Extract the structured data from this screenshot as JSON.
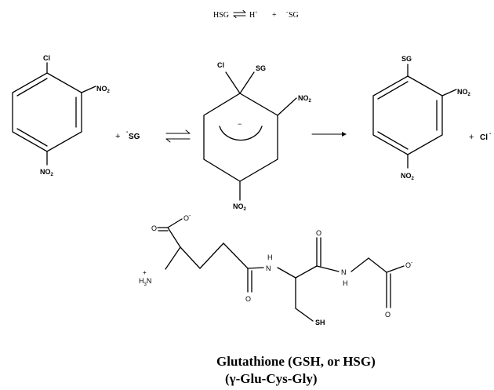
{
  "equilibrium": {
    "reactant": "HSG",
    "proton": "H",
    "proton_charge": "+",
    "plus": "+",
    "anion_charge": "-",
    "anion": "SG"
  },
  "reaction": {
    "cdnb": {
      "substituent_top": "Cl",
      "nitro_right": "NO2",
      "nitro_bottom": "NO2"
    },
    "nucleophile": {
      "plus": "+",
      "charge": "-",
      "label": "SG"
    },
    "complex": {
      "sub_left": "Cl",
      "sub_right": "SG",
      "nitro_right": "NO2",
      "nitro_bottom": "NO2",
      "charge": "−"
    },
    "product": {
      "substituent_top": "SG",
      "nitro_right": "NO2",
      "nitro_bottom": "NO2"
    },
    "byproduct": {
      "plus": "+",
      "label": "Cl",
      "charge": "-"
    }
  },
  "glutathione": {
    "carboxylate_O": "O",
    "carboxylate_O_minus": "O",
    "minus": "-",
    "ammonium_H": "H",
    "ammonium_sub": "3",
    "ammonium_N": "N",
    "ammonium_plus": "+",
    "amide1_O": "O",
    "amide1_N": "N",
    "amide1_H": "H",
    "amide2_O": "O",
    "amide2_N": "N",
    "amide2_H": "H",
    "thiol": "SH",
    "carboxylate2_O_minus": "O",
    "carboxylate2_O": "O"
  },
  "caption": {
    "line1": "Glutathione (GSH, or HSG)",
    "line2": "(γ-Glu-Cys-Gly)"
  }
}
